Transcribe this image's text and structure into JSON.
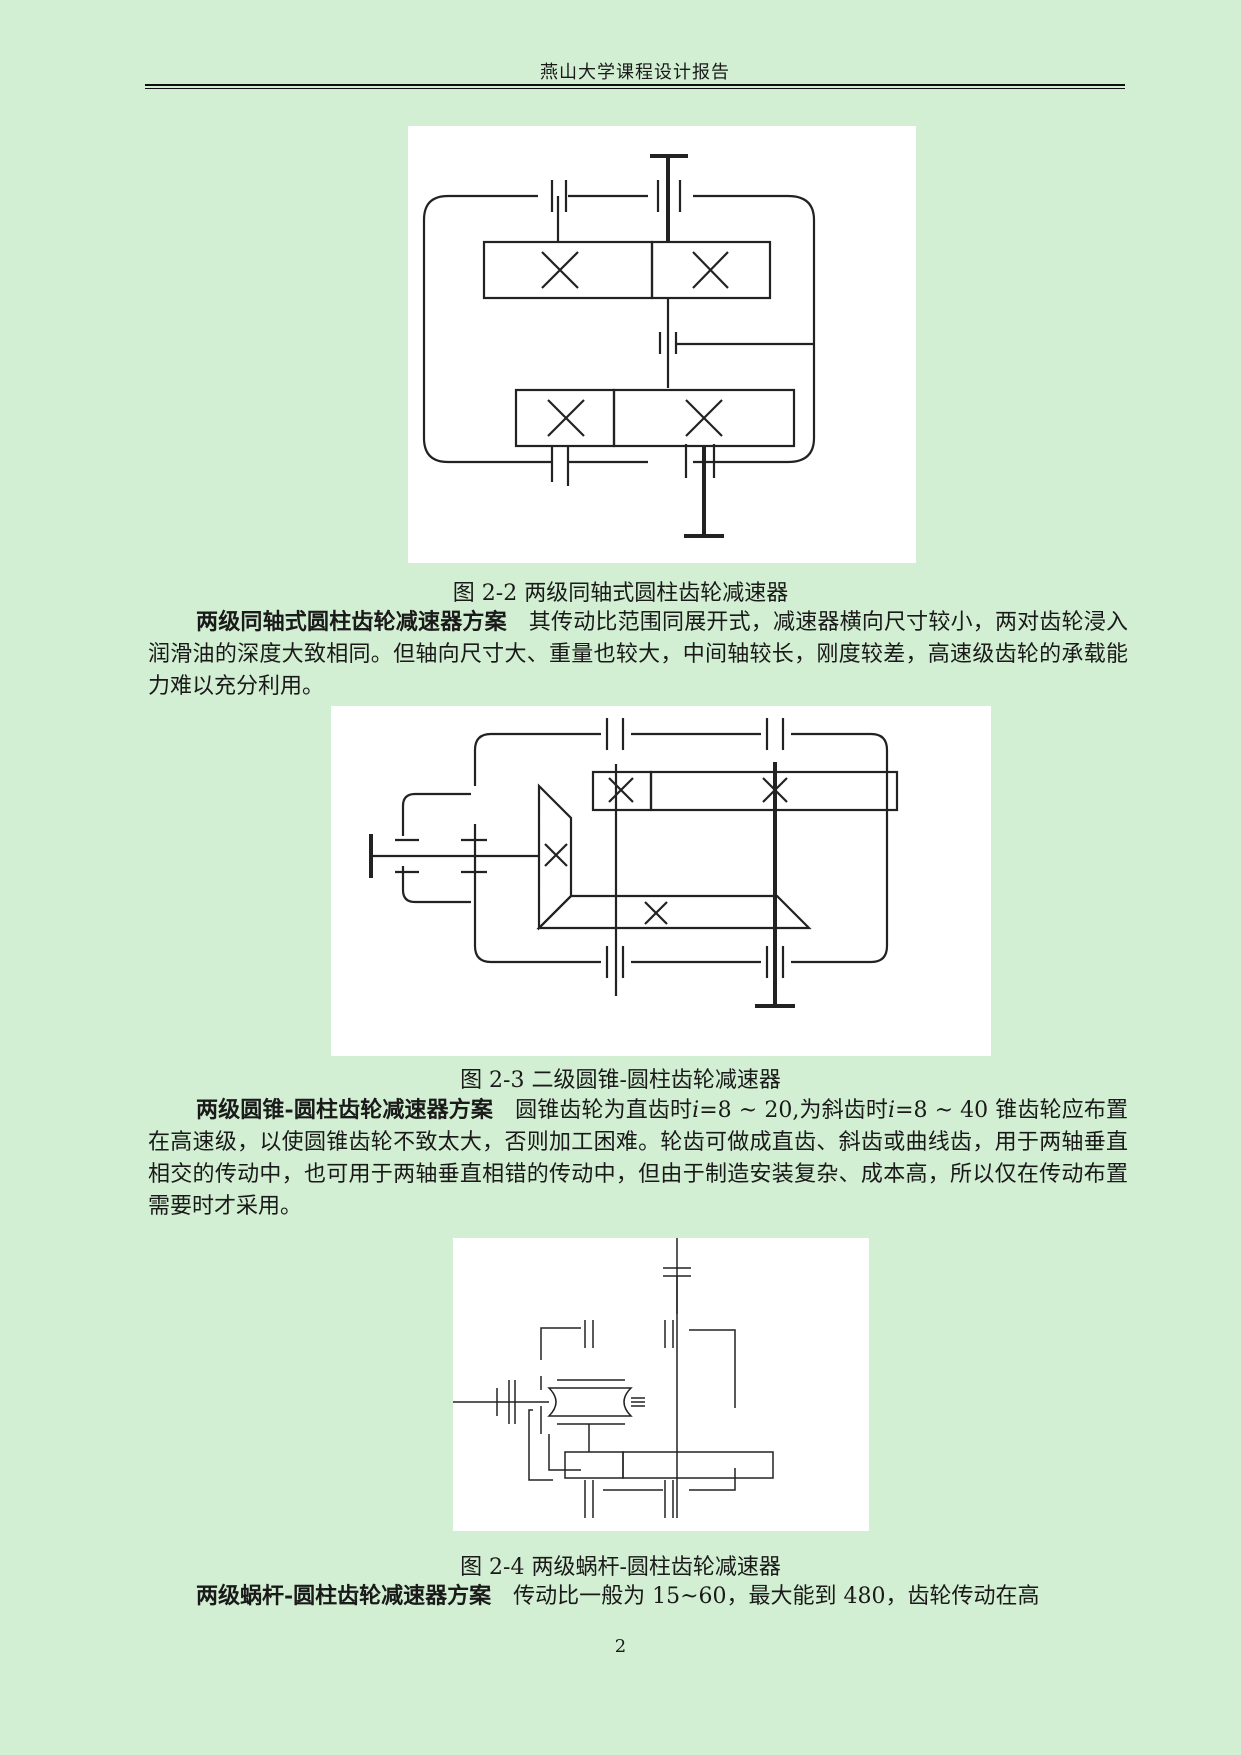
{
  "header": {
    "title": "燕山大学课程设计报告"
  },
  "figures": [
    {
      "caption": "图 2-2  两级同轴式圆柱齿轮减速器"
    },
    {
      "caption": "图 2-3  二级圆锥-圆柱齿轮减速器"
    },
    {
      "caption": "图 2-4  两级蜗杆-圆柱齿轮减速器"
    }
  ],
  "paragraphs": [
    {
      "lead": "两级同轴式圆柱齿轮减速器方案",
      "text": "其传动比范围同展开式，减速器横向尺寸较小，两对齿轮浸入润滑油的深度大致相同。但轴向尺寸大、重量也较大，中间轴较长，刚度较差，高速级齿轮的承载能力难以充分利用。"
    },
    {
      "lead": "两级圆锥-圆柱齿轮减速器方案",
      "text_a": "圆锥齿轮为直齿时",
      "var": "i",
      "text_b": "=8 ~ 20,为斜齿时",
      "text_c": "=8 ~ 40 锥齿轮应布置在高速级，以使圆锥齿轮不致太大，否则加工困难。轮齿可做成直齿、斜齿或曲线齿，用于两轴垂直相交的传动中，也可用于两轴垂直相错的传动中，但由于制造安装复杂、成本高，所以仅在传动布置需要时才采用。"
    },
    {
      "lead": "两级蜗杆-圆柱齿轮减速器方案",
      "text": "传动比一般为 15~60，最大能到 480，齿轮传动在高"
    }
  ],
  "page_number": "2"
}
